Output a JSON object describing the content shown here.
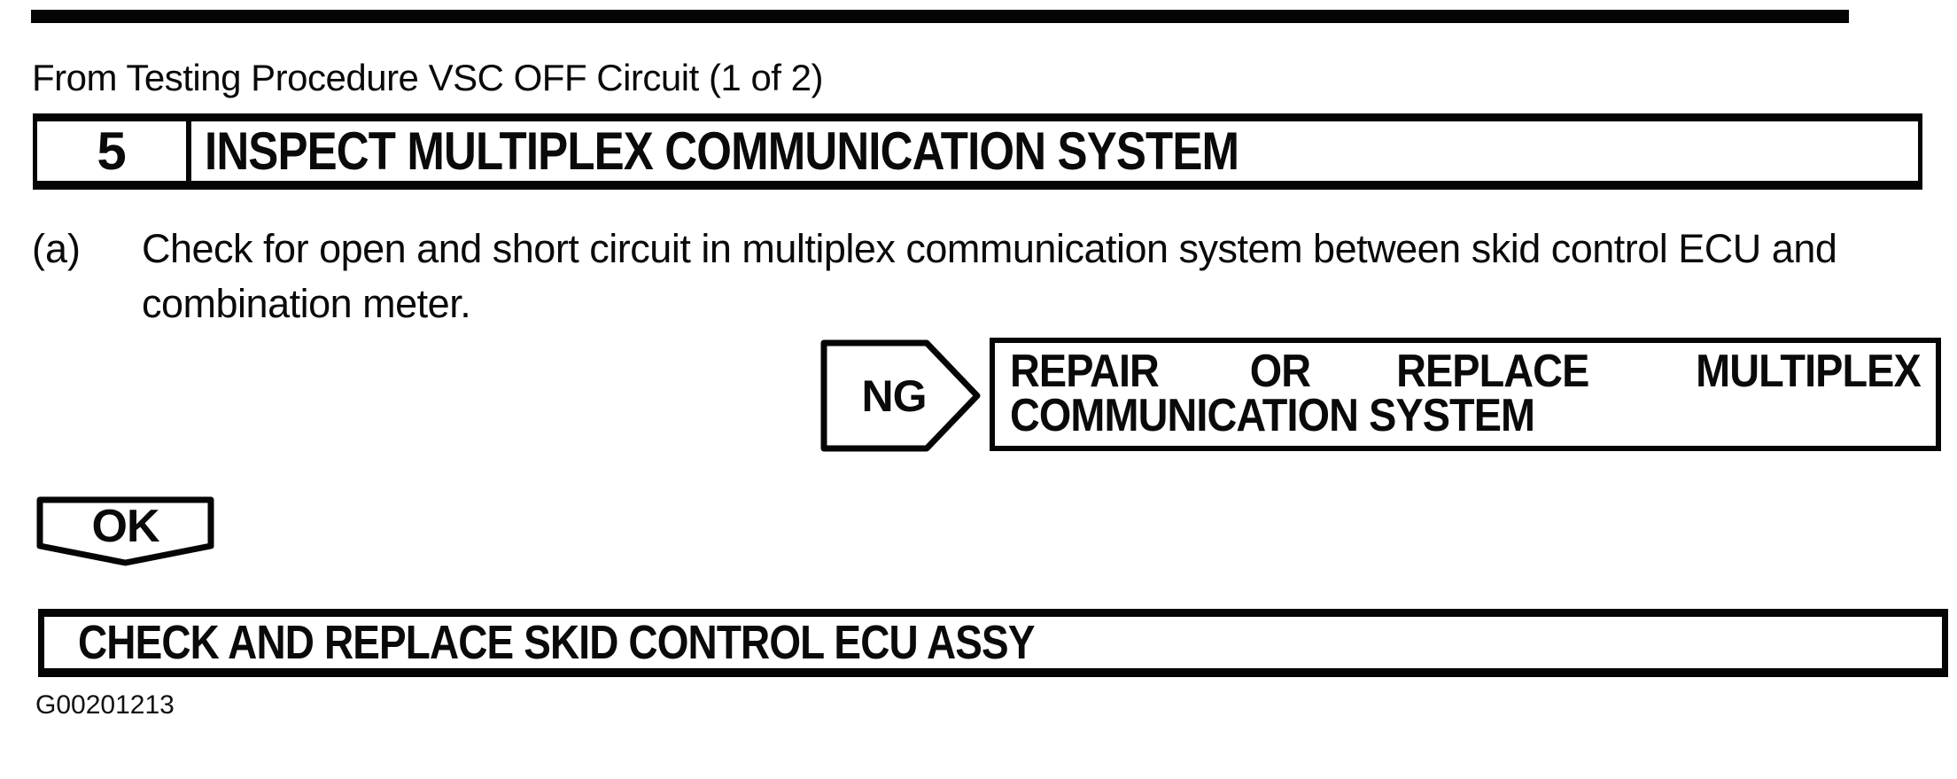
{
  "page": {
    "source_note": "From Testing Procedure VSC OFF Circuit (1 of 2)",
    "figure_code": "G00201213",
    "colors": {
      "ink": "#0a0a0a",
      "paper": "#ffffff"
    }
  },
  "step_header": {
    "number": "5",
    "title": "INSPECT MULTIPLEX COMMUNICATION SYSTEM"
  },
  "instruction": {
    "label": "(a)",
    "lines": [
      "Check for open and short circuit in multiplex communication system between skid control ECU and",
      "combination meter."
    ]
  },
  "ng_branch": {
    "connector_label": "NG",
    "action_line1_words": [
      "REPAIR",
      "OR",
      "REPLACE",
      "MULTIPLEX"
    ],
    "action_line2": "COMMUNICATION SYSTEM"
  },
  "ok_branch": {
    "connector_label": "OK",
    "action": "CHECK AND REPLACE SKID CONTROL ECU ASSY"
  }
}
